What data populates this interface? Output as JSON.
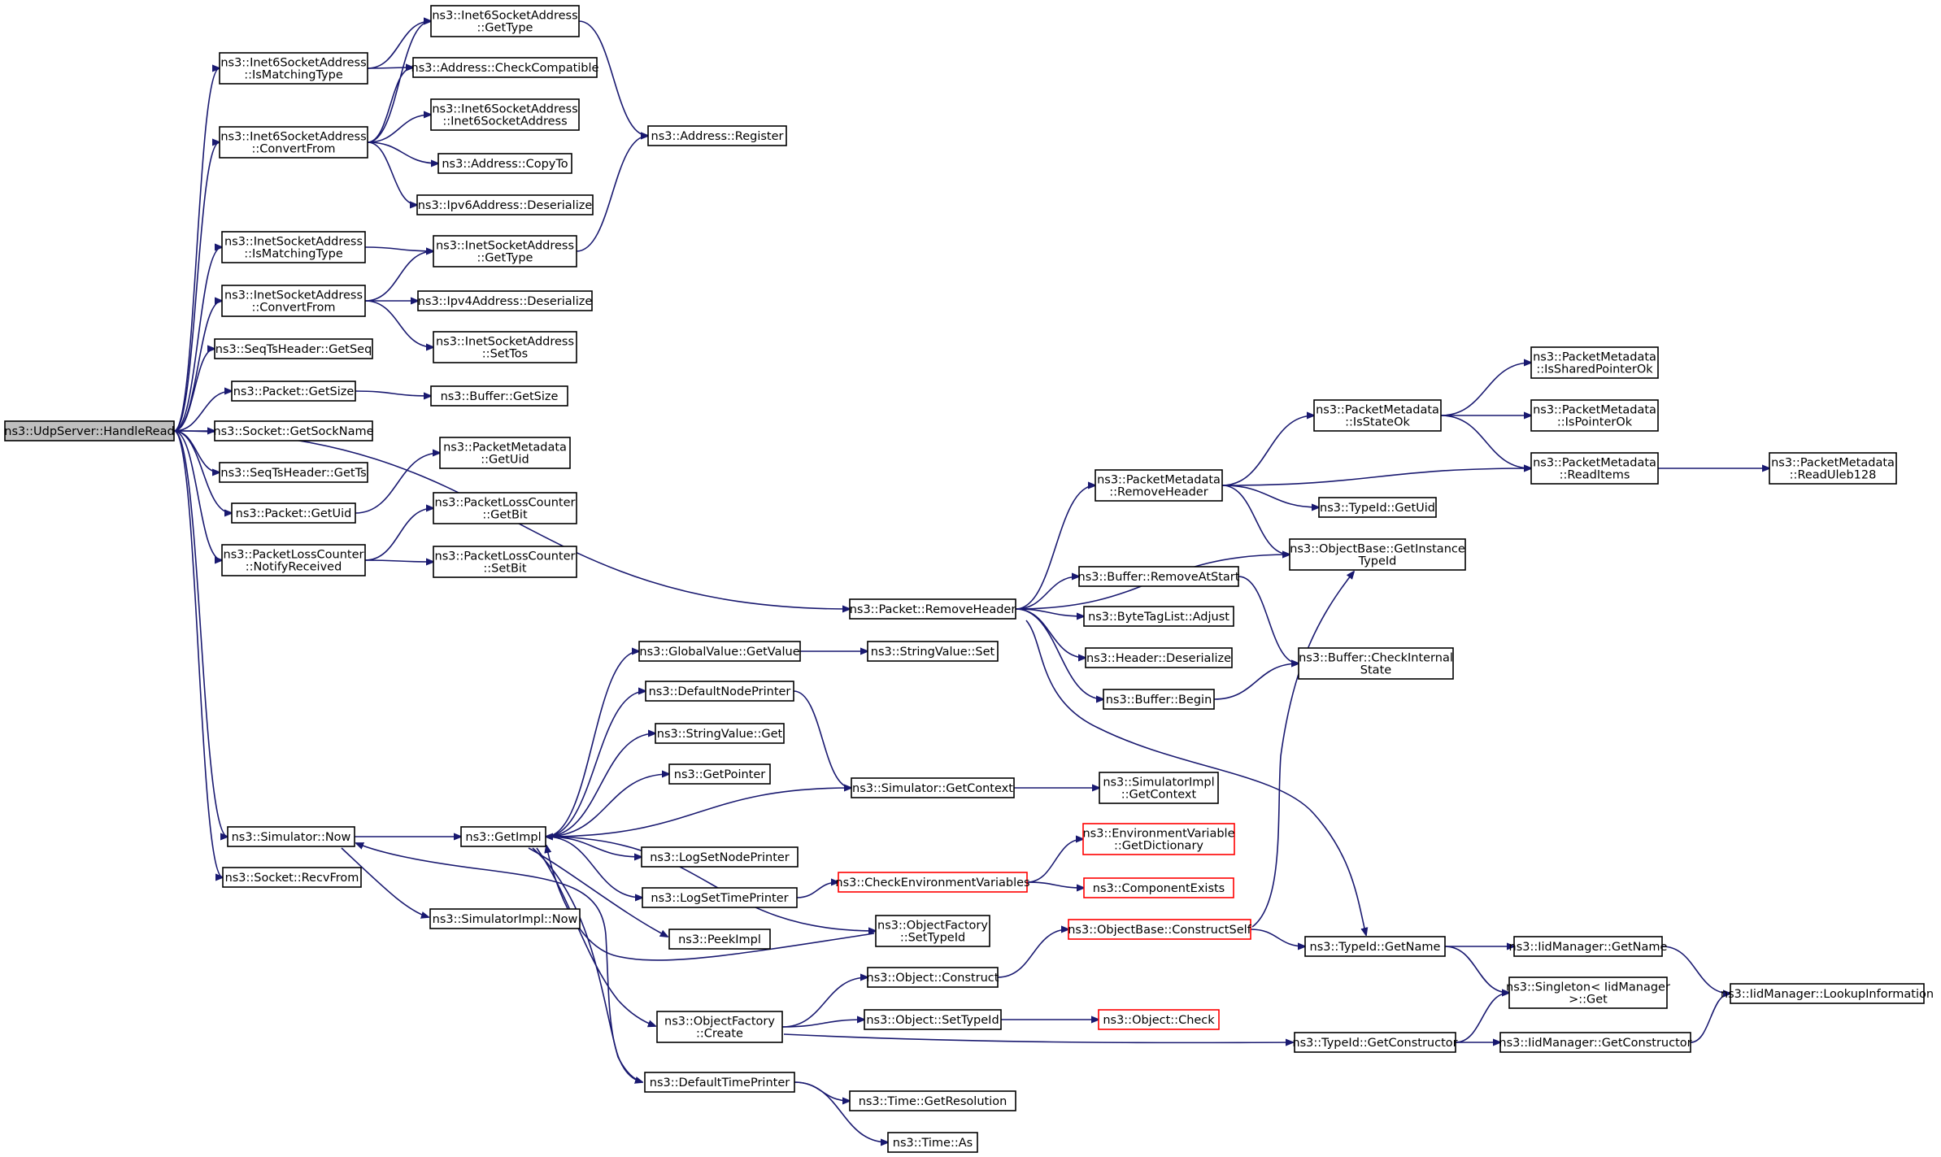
{
  "diagram": {
    "type": "call-graph",
    "root": "handleread",
    "nodes": [
      {
        "id": "handleread",
        "lines": [
          "ns3::UdpServer::HandleRead"
        ],
        "root": true
      },
      {
        "id": "i6_ismatching",
        "lines": [
          "ns3::Inet6SocketAddress",
          "::IsMatchingType"
        ]
      },
      {
        "id": "i6_convertfrom",
        "lines": [
          "ns3::Inet6SocketAddress",
          "::ConvertFrom"
        ]
      },
      {
        "id": "i6_gettype",
        "lines": [
          "ns3::Inet6SocketAddress",
          "::GetType"
        ]
      },
      {
        "id": "addr_checkcompat",
        "lines": [
          "ns3::Address::CheckCompatible"
        ]
      },
      {
        "id": "i6_ctor",
        "lines": [
          "ns3::Inet6SocketAddress",
          "::Inet6SocketAddress"
        ]
      },
      {
        "id": "addr_copyto",
        "lines": [
          "ns3::Address::CopyTo"
        ]
      },
      {
        "id": "ipv6_deser",
        "lines": [
          "ns3::Ipv6Address::Deserialize"
        ]
      },
      {
        "id": "addr_register",
        "lines": [
          "ns3::Address::Register"
        ]
      },
      {
        "id": "i4_ismatching",
        "lines": [
          "ns3::InetSocketAddress",
          "::IsMatchingType"
        ]
      },
      {
        "id": "i4_convertfrom",
        "lines": [
          "ns3::InetSocketAddress",
          "::ConvertFrom"
        ]
      },
      {
        "id": "i4_gettype",
        "lines": [
          "ns3::InetSocketAddress",
          "::GetType"
        ]
      },
      {
        "id": "ipv4_deser",
        "lines": [
          "ns3::Ipv4Address::Deserialize"
        ]
      },
      {
        "id": "i4_settos",
        "lines": [
          "ns3::InetSocketAddress",
          "::SetTos"
        ]
      },
      {
        "id": "seq_getseq",
        "lines": [
          "ns3::SeqTsHeader::GetSeq"
        ]
      },
      {
        "id": "pkt_getsize",
        "lines": [
          "ns3::Packet::GetSize"
        ]
      },
      {
        "id": "buf_getsize",
        "lines": [
          "ns3::Buffer::GetSize"
        ]
      },
      {
        "id": "sock_getsockname",
        "lines": [
          "ns3::Socket::GetSockName"
        ]
      },
      {
        "id": "seq_getts",
        "lines": [
          "ns3::SeqTsHeader::GetTs"
        ]
      },
      {
        "id": "pkt_getuid",
        "lines": [
          "ns3::Packet::GetUid"
        ]
      },
      {
        "id": "pm_getuid",
        "lines": [
          "ns3::PacketMetadata",
          "::GetUid"
        ]
      },
      {
        "id": "plc_notify",
        "lines": [
          "ns3::PacketLossCounter",
          "::NotifyReceived"
        ]
      },
      {
        "id": "plc_getbit",
        "lines": [
          "ns3::PacketLossCounter",
          "::GetBit"
        ]
      },
      {
        "id": "plc_setbit",
        "lines": [
          "ns3::PacketLossCounter",
          "::SetBit"
        ]
      },
      {
        "id": "pkt_removeheader",
        "lines": [
          "ns3::Packet::RemoveHeader"
        ]
      },
      {
        "id": "pm_removeheader",
        "lines": [
          "ns3::PacketMetadata",
          "::RemoveHeader"
        ]
      },
      {
        "id": "pm_isstateok",
        "lines": [
          "ns3::PacketMetadata",
          "::IsStateOk"
        ]
      },
      {
        "id": "pm_issharedptr",
        "lines": [
          "ns3::PacketMetadata",
          "::IsSharedPointerOk"
        ]
      },
      {
        "id": "pm_isptr",
        "lines": [
          "ns3::PacketMetadata",
          "::IsPointerOk"
        ]
      },
      {
        "id": "pm_readitems",
        "lines": [
          "ns3::PacketMetadata",
          "::ReadItems"
        ]
      },
      {
        "id": "pm_readuleb",
        "lines": [
          "ns3::PacketMetadata",
          "::ReadUleb128"
        ]
      },
      {
        "id": "typeid_getuid",
        "lines": [
          "ns3::TypeId::GetUid"
        ]
      },
      {
        "id": "ob_getinstance",
        "lines": [
          "ns3::ObjectBase::GetInstance",
          "TypeId"
        ]
      },
      {
        "id": "buf_removeatstart",
        "lines": [
          "ns3::Buffer::RemoveAtStart"
        ]
      },
      {
        "id": "btl_adjust",
        "lines": [
          "ns3::ByteTagList::Adjust"
        ]
      },
      {
        "id": "hdr_deser",
        "lines": [
          "ns3::Header::Deserialize"
        ]
      },
      {
        "id": "buf_checkinternal",
        "lines": [
          "ns3::Buffer::CheckInternal",
          "State"
        ]
      },
      {
        "id": "buf_begin",
        "lines": [
          "ns3::Buffer::Begin"
        ]
      },
      {
        "id": "gv_getvalue",
        "lines": [
          "ns3::GlobalValue::GetValue"
        ]
      },
      {
        "id": "sv_set",
        "lines": [
          "ns3::StringValue::Set"
        ]
      },
      {
        "id": "defaultnodeprinter",
        "lines": [
          "ns3::DefaultNodePrinter"
        ]
      },
      {
        "id": "sv_get",
        "lines": [
          "ns3::StringValue::Get"
        ]
      },
      {
        "id": "getpointer",
        "lines": [
          "ns3::GetPointer"
        ]
      },
      {
        "id": "sim_getcontext",
        "lines": [
          "ns3::Simulator::GetContext"
        ]
      },
      {
        "id": "simimpl_getcontext",
        "lines": [
          "ns3::SimulatorImpl",
          "::GetContext"
        ]
      },
      {
        "id": "sim_now",
        "lines": [
          "ns3::Simulator::Now"
        ]
      },
      {
        "id": "getimpl",
        "lines": [
          "ns3::GetImpl"
        ]
      },
      {
        "id": "logsetnodeprinter",
        "lines": [
          "ns3::LogSetNodePrinter"
        ]
      },
      {
        "id": "logsettimeprinter",
        "lines": [
          "ns3::LogSetTimePrinter"
        ]
      },
      {
        "id": "checkenvvars",
        "lines": [
          "ns3::CheckEnvironmentVariables"
        ],
        "truncated": true
      },
      {
        "id": "envvar_getdict",
        "lines": [
          "ns3::EnvironmentVariable",
          "::GetDictionary"
        ],
        "truncated": true
      },
      {
        "id": "componentexists",
        "lines": [
          "ns3::ComponentExists"
        ],
        "truncated": true
      },
      {
        "id": "sock_recvfrom",
        "lines": [
          "ns3::Socket::RecvFrom"
        ]
      },
      {
        "id": "simimpl_now",
        "lines": [
          "ns3::SimulatorImpl::Now"
        ]
      },
      {
        "id": "peekimpl",
        "lines": [
          "ns3::PeekImpl"
        ]
      },
      {
        "id": "of_settypeid",
        "lines": [
          "ns3::ObjectFactory",
          "::SetTypeId"
        ]
      },
      {
        "id": "ob_constructself",
        "lines": [
          "ns3::ObjectBase::ConstructSelf"
        ],
        "truncated": true
      },
      {
        "id": "typeid_getname",
        "lines": [
          "ns3::TypeId::GetName"
        ]
      },
      {
        "id": "iid_getname",
        "lines": [
          "ns3::IidManager::GetName"
        ]
      },
      {
        "id": "iid_lookup",
        "lines": [
          "ns3::IidManager::LookupInformation"
        ]
      },
      {
        "id": "obj_construct",
        "lines": [
          "ns3::Object::Construct"
        ]
      },
      {
        "id": "singleton_get",
        "lines": [
          "ns3::Singleton< IidManager",
          " >::Get"
        ]
      },
      {
        "id": "of_create",
        "lines": [
          "ns3::ObjectFactory",
          "::Create"
        ]
      },
      {
        "id": "obj_settypeid",
        "lines": [
          "ns3::Object::SetTypeId"
        ]
      },
      {
        "id": "obj_check",
        "lines": [
          "ns3::Object::Check"
        ],
        "truncated": true
      },
      {
        "id": "typeid_getctor",
        "lines": [
          "ns3::TypeId::GetConstructor"
        ]
      },
      {
        "id": "iid_getctor",
        "lines": [
          "ns3::IidManager::GetConstructor"
        ]
      },
      {
        "id": "defaulttimeprinter",
        "lines": [
          "ns3::DefaultTimePrinter"
        ]
      },
      {
        "id": "time_getres",
        "lines": [
          "ns3::Time::GetResolution"
        ]
      },
      {
        "id": "time_as",
        "lines": [
          "ns3::Time::As"
        ]
      }
    ],
    "edges": [
      [
        "handleread",
        "i6_ismatching"
      ],
      [
        "handleread",
        "i6_convertfrom"
      ],
      [
        "handleread",
        "i4_ismatching"
      ],
      [
        "handleread",
        "i4_convertfrom"
      ],
      [
        "handleread",
        "seq_getseq"
      ],
      [
        "handleread",
        "pkt_getsize"
      ],
      [
        "handleread",
        "sock_getsockname"
      ],
      [
        "handleread",
        "seq_getts"
      ],
      [
        "handleread",
        "pkt_getuid"
      ],
      [
        "handleread",
        "plc_notify"
      ],
      [
        "handleread",
        "pkt_removeheader"
      ],
      [
        "handleread",
        "sim_now"
      ],
      [
        "handleread",
        "sock_recvfrom"
      ],
      [
        "i6_ismatching",
        "i6_gettype"
      ],
      [
        "i6_ismatching",
        "addr_checkcompat"
      ],
      [
        "i6_convertfrom",
        "i6_gettype"
      ],
      [
        "i6_convertfrom",
        "addr_checkcompat"
      ],
      [
        "i6_convertfrom",
        "i6_ctor"
      ],
      [
        "i6_convertfrom",
        "addr_copyto"
      ],
      [
        "i6_convertfrom",
        "ipv6_deser"
      ],
      [
        "i6_gettype",
        "addr_register"
      ],
      [
        "i4_gettype",
        "addr_register"
      ],
      [
        "i4_ismatching",
        "i4_gettype"
      ],
      [
        "i4_convertfrom",
        "i4_gettype"
      ],
      [
        "i4_convertfrom",
        "ipv4_deser"
      ],
      [
        "i4_convertfrom",
        "i4_settos"
      ],
      [
        "pkt_getsize",
        "buf_getsize"
      ],
      [
        "pkt_getuid",
        "pm_getuid"
      ],
      [
        "plc_notify",
        "plc_getbit"
      ],
      [
        "plc_notify",
        "plc_setbit"
      ],
      [
        "pkt_removeheader",
        "pm_removeheader"
      ],
      [
        "pkt_removeheader",
        "ob_getinstance"
      ],
      [
        "pkt_removeheader",
        "buf_removeatstart"
      ],
      [
        "pkt_removeheader",
        "btl_adjust"
      ],
      [
        "pkt_removeheader",
        "hdr_deser"
      ],
      [
        "pkt_removeheader",
        "buf_begin"
      ],
      [
        "pkt_removeheader",
        "typeid_getname"
      ],
      [
        "pm_removeheader",
        "pm_isstateok"
      ],
      [
        "pm_removeheader",
        "pm_readitems"
      ],
      [
        "pm_removeheader",
        "typeid_getuid"
      ],
      [
        "pm_removeheader",
        "ob_getinstance"
      ],
      [
        "pm_isstateok",
        "pm_issharedptr"
      ],
      [
        "pm_isstateok",
        "pm_isptr"
      ],
      [
        "pm_isstateok",
        "pm_readitems"
      ],
      [
        "pm_readitems",
        "pm_readuleb"
      ],
      [
        "buf_removeatstart",
        "buf_checkinternal"
      ],
      [
        "buf_begin",
        "buf_checkinternal"
      ],
      [
        "sim_now",
        "getimpl"
      ],
      [
        "sim_now",
        "simimpl_now"
      ],
      [
        "getimpl",
        "gv_getvalue"
      ],
      [
        "getimpl",
        "defaultnodeprinter"
      ],
      [
        "getimpl",
        "sv_get"
      ],
      [
        "getimpl",
        "getpointer"
      ],
      [
        "getimpl",
        "logsetnodeprinter"
      ],
      [
        "getimpl",
        "logsettimeprinter"
      ],
      [
        "getimpl",
        "peekimpl"
      ],
      [
        "getimpl",
        "of_settypeid"
      ],
      [
        "getimpl",
        "of_create"
      ],
      [
        "getimpl",
        "defaulttimeprinter"
      ],
      [
        "gv_getvalue",
        "sv_set"
      ],
      [
        "defaultnodeprinter",
        "sim_getcontext"
      ],
      [
        "sim_getcontext",
        "getimpl"
      ],
      [
        "sim_getcontext",
        "simimpl_getcontext"
      ],
      [
        "logsettimeprinter",
        "checkenvvars"
      ],
      [
        "checkenvvars",
        "envvar_getdict"
      ],
      [
        "checkenvvars",
        "componentexists"
      ],
      [
        "of_settypeid",
        "typeid_getname"
      ],
      [
        "of_create",
        "obj_construct"
      ],
      [
        "of_create",
        "obj_settypeid"
      ],
      [
        "of_create",
        "typeid_getctor"
      ],
      [
        "obj_construct",
        "ob_constructself"
      ],
      [
        "obj_settypeid",
        "obj_check"
      ],
      [
        "ob_constructself",
        "typeid_getname"
      ],
      [
        "ob_constructself",
        "ob_getinstance"
      ],
      [
        "typeid_getname",
        "iid_getname"
      ],
      [
        "typeid_getname",
        "singleton_get"
      ],
      [
        "iid_getname",
        "iid_lookup"
      ],
      [
        "typeid_getctor",
        "singleton_get"
      ],
      [
        "typeid_getctor",
        "iid_getctor"
      ],
      [
        "iid_getctor",
        "iid_lookup"
      ],
      [
        "defaulttimeprinter",
        "sim_now"
      ],
      [
        "defaulttimeprinter",
        "time_getres"
      ],
      [
        "defaulttimeprinter",
        "time_as"
      ]
    ]
  },
  "colors": {
    "edge": "#191970",
    "node_border": "#000000",
    "node_fill": "#ffffff",
    "root_fill": "#bfbfbf",
    "truncated_border": "#ff0000"
  }
}
